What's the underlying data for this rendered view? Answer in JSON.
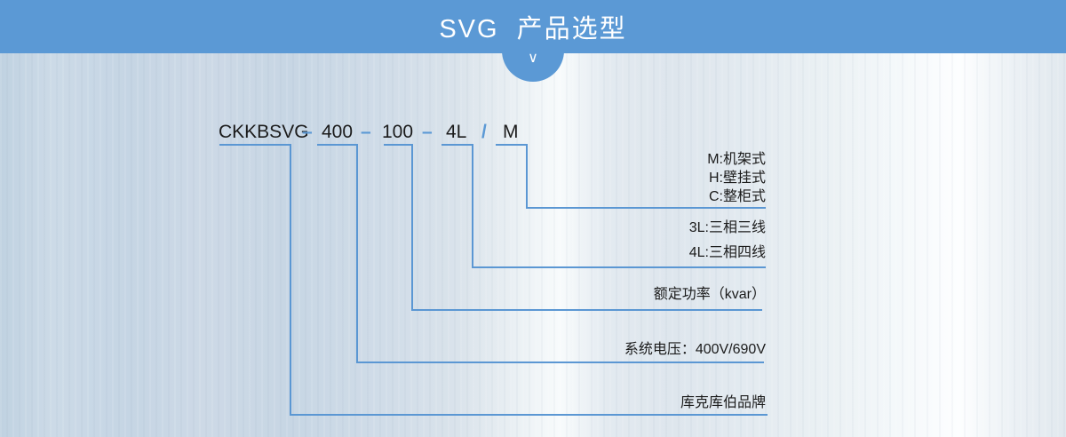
{
  "header": {
    "title": "SVG  产品选型",
    "chevron": "∨"
  },
  "model": {
    "parts": [
      {
        "text": "CKKBSVG"
      },
      {
        "text": "–"
      },
      {
        "text": "400"
      },
      {
        "text": "–"
      },
      {
        "text": "100"
      },
      {
        "text": "–"
      },
      {
        "text": "4L"
      },
      {
        "text": "/"
      },
      {
        "text": "M"
      }
    ]
  },
  "legend": {
    "mounting": {
      "lines": [
        "M:机架式",
        "H:壁挂式",
        "C:整柜式"
      ]
    },
    "phase": {
      "lines": [
        "3L:三相三线",
        "4L:三相四线"
      ]
    },
    "power": {
      "lines": [
        "额定功率（kvar）"
      ]
    },
    "voltage": {
      "lines": [
        "系统电压：400V/690V"
      ]
    },
    "brand": {
      "lines": [
        "库克库伯品牌"
      ]
    }
  },
  "colors": {
    "accent_blue": "#5b99d5",
    "connector_blue": "#5b97d3",
    "text_dark": "#1b1b1b"
  }
}
